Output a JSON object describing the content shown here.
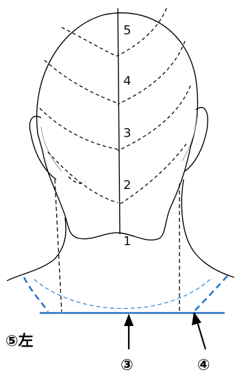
{
  "section_numbers": {
    "s1": "1",
    "s2": "2",
    "s3": "3",
    "s4": "4",
    "s5": "5"
  },
  "labels": {
    "left_side": "⑤左",
    "center_point": "③",
    "right_point": "④"
  },
  "colors": {
    "outline": "#000000",
    "guide_blue": "#1f6fc1",
    "dashed_blue": "#2a7fd4"
  }
}
